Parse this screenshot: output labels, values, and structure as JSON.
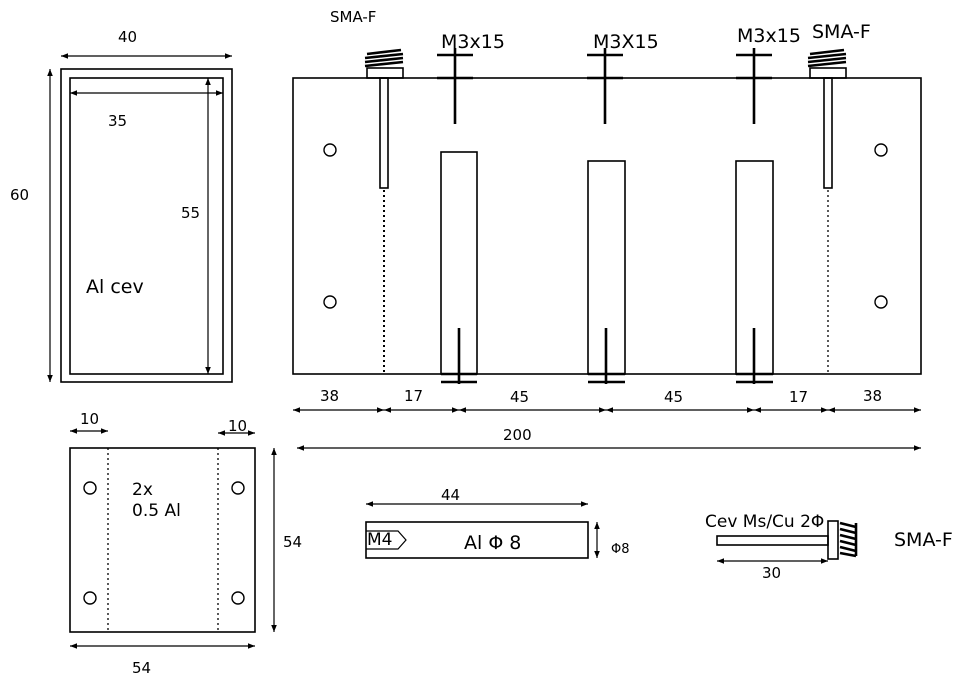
{
  "cavity": {
    "outer_width": "40",
    "inner_width": "35",
    "outer_height": "60",
    "inner_height": "55",
    "material": "Al cev"
  },
  "main": {
    "connector_left": "SMA-F",
    "connector_right": "SMA-F",
    "screw_1": "M3x15",
    "screw_2": "M3X15",
    "screw_3": "M3x15",
    "dims": [
      "38",
      "17",
      "45",
      "45",
      "17",
      "38"
    ],
    "total": "200"
  },
  "plate": {
    "margin_left": "10",
    "margin_right": "10",
    "qty": "2x",
    "material": "0.5 Al",
    "height": "54",
    "width": "54"
  },
  "rod": {
    "length": "44",
    "thread": "M4",
    "material": "Al  Φ 8",
    "diameter": "Φ8"
  },
  "probe": {
    "material": "Cev Ms/Cu 2Φ",
    "length": "30",
    "connector": "SMA-F"
  }
}
